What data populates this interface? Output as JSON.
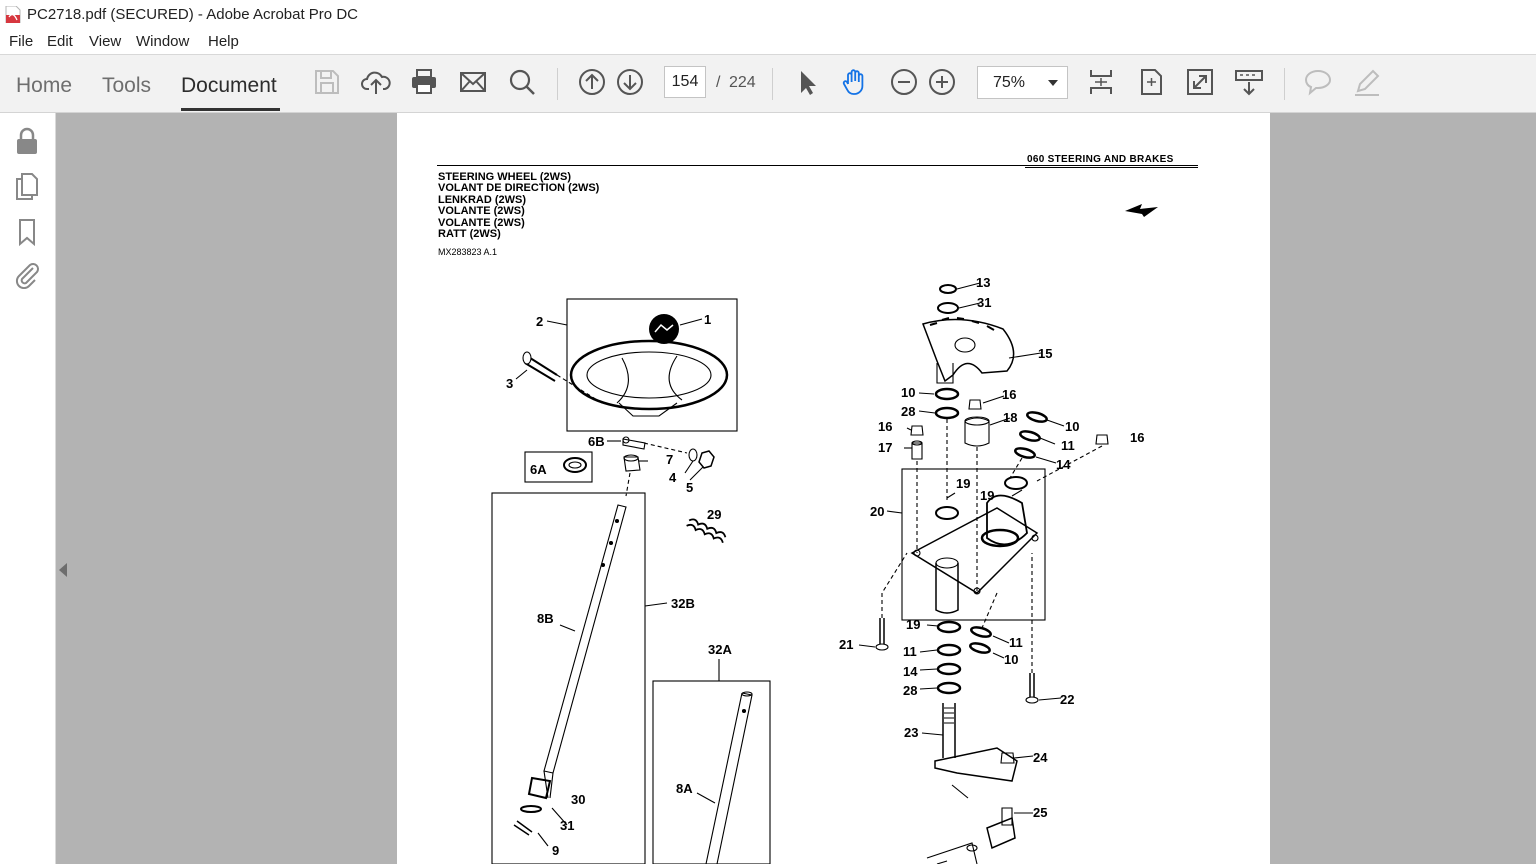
{
  "window": {
    "title": "PC2718.pdf (SECURED) - Adobe Acrobat Pro DC"
  },
  "menu": {
    "items": [
      "File",
      "Edit",
      "View",
      "Window",
      "Help"
    ]
  },
  "toolbar": {
    "tabs": [
      "Home",
      "Tools",
      "Document"
    ],
    "active_tab": "Document",
    "current_page": "154",
    "page_separator": "/",
    "total_pages": "224",
    "zoom": "75%",
    "icons": [
      "save-icon",
      "upload-icon",
      "print-icon",
      "email-icon",
      "search-icon",
      "previous-page-icon",
      "next-page-icon",
      "select-cursor-icon",
      "hand-tool-icon",
      "zoom-out-icon",
      "zoom-in-icon",
      "scroll-mode-icon",
      "fit-page-icon",
      "full-screen-icon",
      "read-mode-icon",
      "comment-icon",
      "sign-icon"
    ]
  },
  "left_panel": {
    "icons": [
      "lock-icon",
      "pages-icon",
      "bookmark-icon",
      "attachment-icon"
    ]
  },
  "document": {
    "section_header": "060 STEERING AND BRAKES",
    "titles": [
      "STEERING WHEEL (2WS)",
      "VOLANT DE DIRECTION (2WS)",
      "LENKRAD (2WS)",
      "VOLANTE (2WS)",
      "VOLANTE (2WS)",
      "RATT (2WS)"
    ],
    "reference": "MX283823 A.1",
    "callouts": {
      "c1": "1",
      "c2": "2",
      "c3": "3",
      "c6b": "6B",
      "c6a": "6A",
      "c7": "7",
      "c4": "4",
      "c5": "5",
      "c29": "29",
      "c32b": "32B",
      "c8b": "8B",
      "c32a": "32A",
      "c8a": "8A",
      "c30": "30",
      "c31a": "31",
      "c9": "9",
      "c13": "13",
      "c31b": "31",
      "c15": "15",
      "c10a": "10",
      "c16a": "16",
      "c28a": "28",
      "c18": "18",
      "c10b": "10",
      "c16b": "16",
      "c11a": "11",
      "c16c": "16",
      "c17": "17",
      "c14a": "14",
      "c19a": "19",
      "c19b": "19",
      "c20": "20",
      "c19c": "19",
      "c11b": "11",
      "c21": "21",
      "c11c": "11",
      "c10c": "10",
      "c14b": "14",
      "c28b": "28",
      "c22": "22",
      "c23": "23",
      "c24": "24",
      "c25": "25"
    }
  }
}
